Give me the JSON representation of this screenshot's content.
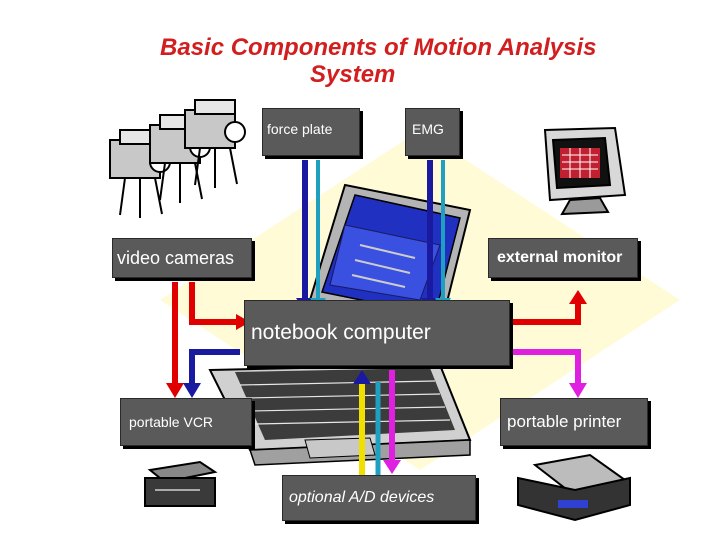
{
  "title": {
    "line1": "Basic Components of Motion Analysis",
    "line2": "System"
  },
  "labels": {
    "force_plate": "force plate",
    "emg": "EMG",
    "video_cameras": "video cameras",
    "external_monitor": "external monitor",
    "notebook_computer": "notebook computer",
    "portable_vcr": "portable VCR",
    "portable_printer": "portable printer",
    "optional_ad": "optional A/D devices"
  },
  "colors": {
    "title": "#d21e1e",
    "box": "#5a5a5a",
    "red_arrow": "#e00000",
    "blue_arrow": "#1a1aa0",
    "cyan_arrow": "#20a0c0",
    "magenta_arrow": "#e020e0",
    "yellow_arrow": "#f0e000",
    "background_diamond": "#fffbd6"
  },
  "icons": [
    "video-camera-icon",
    "computer-monitor-icon",
    "notebook-computer-icon",
    "vcr-icon",
    "printer-icon"
  ]
}
